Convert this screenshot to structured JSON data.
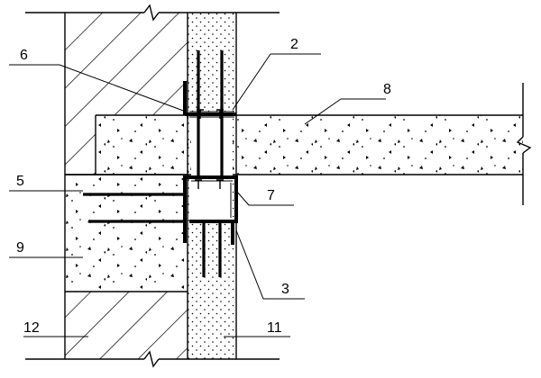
{
  "labels": {
    "l2": "2",
    "l3": "3",
    "l5": "5",
    "l6": "6",
    "l7": "7",
    "l8": "8",
    "l9": "9",
    "l11": "11",
    "l12": "12"
  }
}
